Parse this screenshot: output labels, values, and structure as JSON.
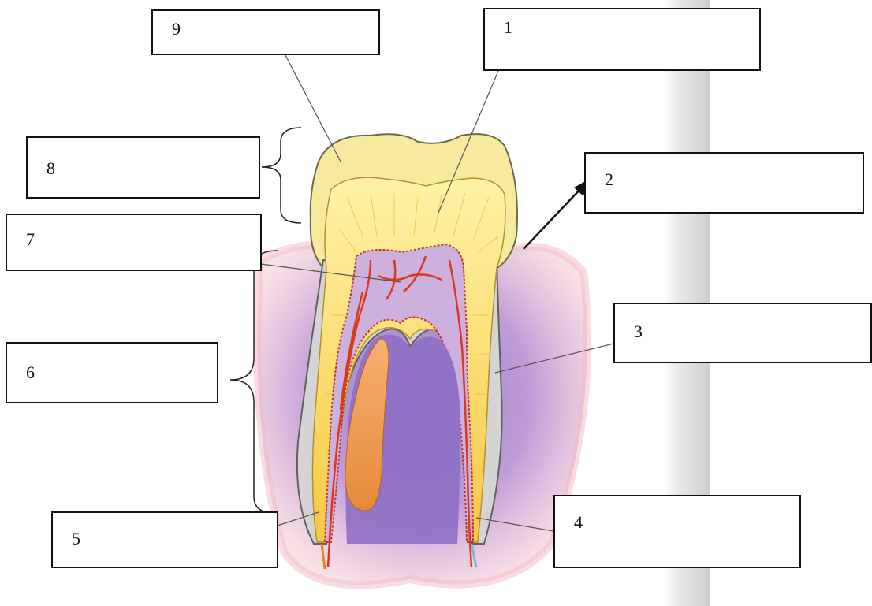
{
  "labels": {
    "l1": "1",
    "l2": "2",
    "l3": "3",
    "l4": "4",
    "l5": "5",
    "l6": "6",
    "l7": "7",
    "l8": "8",
    "l9": "9"
  },
  "colors": {
    "enamel": "#f4e89a",
    "dentin": "#f7d34d",
    "pulp": "#c9a4d8",
    "gum": "#e7a0b0",
    "bone": "#8a78c0",
    "cementum": "#c8c8c8",
    "vessel": "#d83a1a",
    "nerve": "#f0a050",
    "page_edge": "#d6d6d6"
  }
}
